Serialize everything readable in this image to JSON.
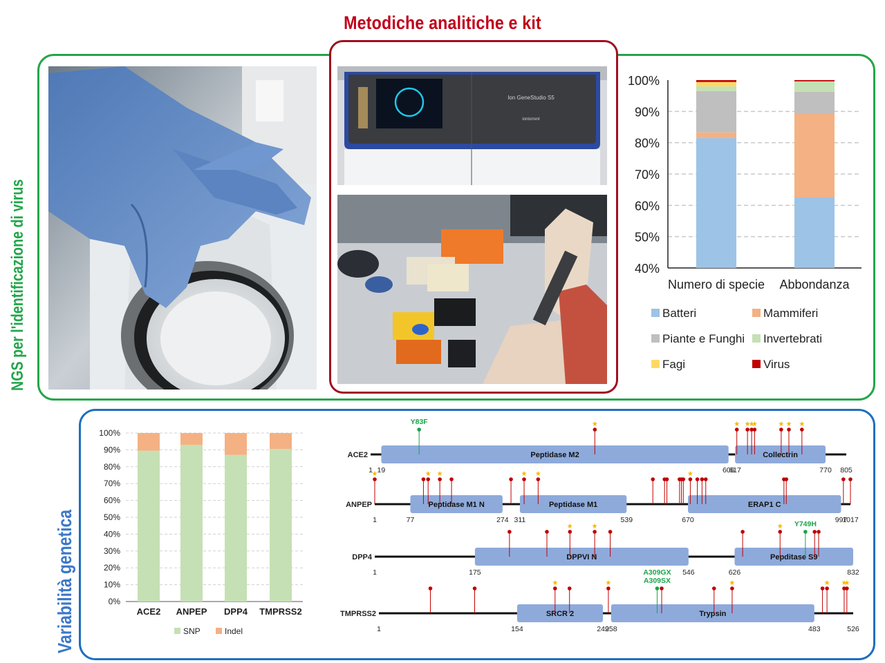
{
  "top_title": "Metodiche analitiche e kit",
  "left_vertical_label": "NGS per l'identificazione di virus",
  "bottom_vertical_label": "Variabilità genetica",
  "colors": {
    "green": "#22a64a",
    "red": "#a01020",
    "blue": "#1f6fbf",
    "batteri": "#9dc3e6",
    "mammiferi": "#f4b183",
    "piante": "#bfbfbf",
    "invertebrati": "#c5e0b4",
    "fagi": "#ffd966",
    "virus": "#c00000",
    "snp": "#c5e0b4",
    "indel": "#f4b183",
    "domain": "#8eaadb"
  },
  "photos": {
    "glove": "glove-photo",
    "sequencer": "sequencer-photo",
    "lab_bench": "lab-bench-photo",
    "sequencer_brand": "Ion GeneStudio S5",
    "sequencer_sub": "iontorrent"
  },
  "chart_data": [
    {
      "type": "bar",
      "stacked": true,
      "categories": [
        "Numero di specie",
        "Abbondanza"
      ],
      "ylim": [
        40,
        100
      ],
      "yticks": [
        "100%",
        "90%",
        "80%",
        "70%",
        "60%",
        "50%",
        "40%"
      ],
      "grid": true,
      "legend_position": "bottom",
      "series": [
        {
          "name": "Batteri",
          "values": [
            81.5,
            62.5
          ]
        },
        {
          "name": "Mammiferi",
          "values": [
            1.8,
            26.8
          ]
        },
        {
          "name": "Piante e Funghi",
          "values": [
            13.2,
            7.0
          ]
        },
        {
          "name": "Invertebrati",
          "values": [
            1.5,
            3.3
          ]
        },
        {
          "name": "Fagi",
          "values": [
            1.4,
            0.0
          ]
        },
        {
          "name": "Virus",
          "values": [
            0.6,
            0.4
          ]
        }
      ]
    },
    {
      "type": "bar",
      "stacked": true,
      "categories": [
        "ACE2",
        "ANPEP",
        "DPP4",
        "TMPRSS2"
      ],
      "ylim": [
        0,
        100
      ],
      "yticks": [
        "100%",
        "90%",
        "80%",
        "70%",
        "60%",
        "50%",
        "40%",
        "30%",
        "20%",
        "10%",
        "0%"
      ],
      "grid": true,
      "legend_position": "bottom",
      "series": [
        {
          "name": "SNP",
          "values": [
            89.5,
            93,
            87,
            90.5
          ]
        },
        {
          "name": "Indel",
          "values": [
            10.5,
            7,
            13,
            9.5
          ]
        }
      ]
    },
    {
      "type": "diagram",
      "genes": [
        {
          "name": "ACE2",
          "length": 805,
          "domains": [
            {
              "label": "Peptidase M2",
              "start": 19,
              "end": 606
            },
            {
              "label": "Collectrin",
              "start": 617,
              "end": 770
            }
          ],
          "numbers": [
            "1",
            "19",
            "606",
            "617",
            "770",
            "805"
          ],
          "variants": [
            {
              "pos": 83,
              "star": false,
              "label": "Y83F",
              "green": true
            },
            {
              "pos": 380,
              "star": true
            },
            {
              "pos": 620,
              "star": true
            },
            {
              "pos": 638,
              "star": true
            },
            {
              "pos": 645,
              "star": true
            },
            {
              "pos": 650,
              "star": true
            },
            {
              "pos": 695,
              "star": true
            },
            {
              "pos": 708,
              "star": true
            },
            {
              "pos": 730,
              "star": true
            }
          ]
        },
        {
          "name": "ANPEP",
          "length": 1017,
          "domains": [
            {
              "label": "Peptidase M1 N",
              "start": 77,
              "end": 274
            },
            {
              "label": "Peptidase M1",
              "start": 311,
              "end": 539
            },
            {
              "label": "ERAP1 C",
              "start": 670,
              "end": 997
            }
          ],
          "numbers": [
            "1",
            "77",
            "274",
            "311",
            "539",
            "670",
            "997",
            "1017"
          ],
          "variants": [
            {
              "pos": 1,
              "star": true
            },
            {
              "pos": 105,
              "star": false
            },
            {
              "pos": 115,
              "star": true
            },
            {
              "pos": 140,
              "star": true
            },
            {
              "pos": 165,
              "star": false
            },
            {
              "pos": 292,
              "star": false
            },
            {
              "pos": 320,
              "star": true
            },
            {
              "pos": 350,
              "star": true
            },
            {
              "pos": 595,
              "star": false
            },
            {
              "pos": 620,
              "star": false
            },
            {
              "pos": 625,
              "star": false
            },
            {
              "pos": 652,
              "star": false
            },
            {
              "pos": 656,
              "star": false
            },
            {
              "pos": 660,
              "star": false
            },
            {
              "pos": 675,
              "star": true
            },
            {
              "pos": 690,
              "star": false
            },
            {
              "pos": 700,
              "star": false
            },
            {
              "pos": 708,
              "star": false
            },
            {
              "pos": 875,
              "star": false
            },
            {
              "pos": 880,
              "star": false
            },
            {
              "pos": 1002,
              "star": false
            },
            {
              "pos": 1017,
              "star": false
            }
          ]
        },
        {
          "name": "DPP4",
          "length": 832,
          "domains": [
            {
              "label": "DPPVI N",
              "start": 175,
              "end": 546
            },
            {
              "label": "Pepditase S9",
              "start": 626,
              "end": 832
            }
          ],
          "numbers": [
            "1",
            "175",
            "546",
            "626",
            "832"
          ],
          "variants": [
            {
              "pos": 235,
              "star": false
            },
            {
              "pos": 300,
              "star": false
            },
            {
              "pos": 340,
              "star": true
            },
            {
              "pos": 383,
              "star": true
            },
            {
              "pos": 410,
              "star": false
            },
            {
              "pos": 640,
              "star": false
            },
            {
              "pos": 705,
              "star": true
            },
            {
              "pos": 749,
              "star": false,
              "label": "Y749H",
              "green": true
            },
            {
              "pos": 765,
              "star": false
            },
            {
              "pos": 772,
              "star": false
            }
          ]
        },
        {
          "name": "TMPRSS2",
          "length": 526,
          "domains": [
            {
              "label": "SRCR 2",
              "start": 154,
              "end": 249
            },
            {
              "label": "Trypsin",
              "start": 258,
              "end": 483
            }
          ],
          "numbers": [
            "1",
            "154",
            "249",
            "258",
            "483",
            "526"
          ],
          "variants": [
            {
              "pos": 58,
              "star": false
            },
            {
              "pos": 107,
              "star": false
            },
            {
              "pos": 196,
              "star": true
            },
            {
              "pos": 212,
              "star": false
            },
            {
              "pos": 255,
              "star": true
            },
            {
              "pos": 309,
              "star": false,
              "label": "A309GX\nA309SX",
              "green": true
            },
            {
              "pos": 314,
              "star": false
            },
            {
              "pos": 372,
              "star": false
            },
            {
              "pos": 392,
              "star": true
            },
            {
              "pos": 492,
              "star": false
            },
            {
              "pos": 497,
              "star": true
            },
            {
              "pos": 516,
              "star": true
            },
            {
              "pos": 519,
              "star": true
            }
          ]
        }
      ]
    }
  ]
}
